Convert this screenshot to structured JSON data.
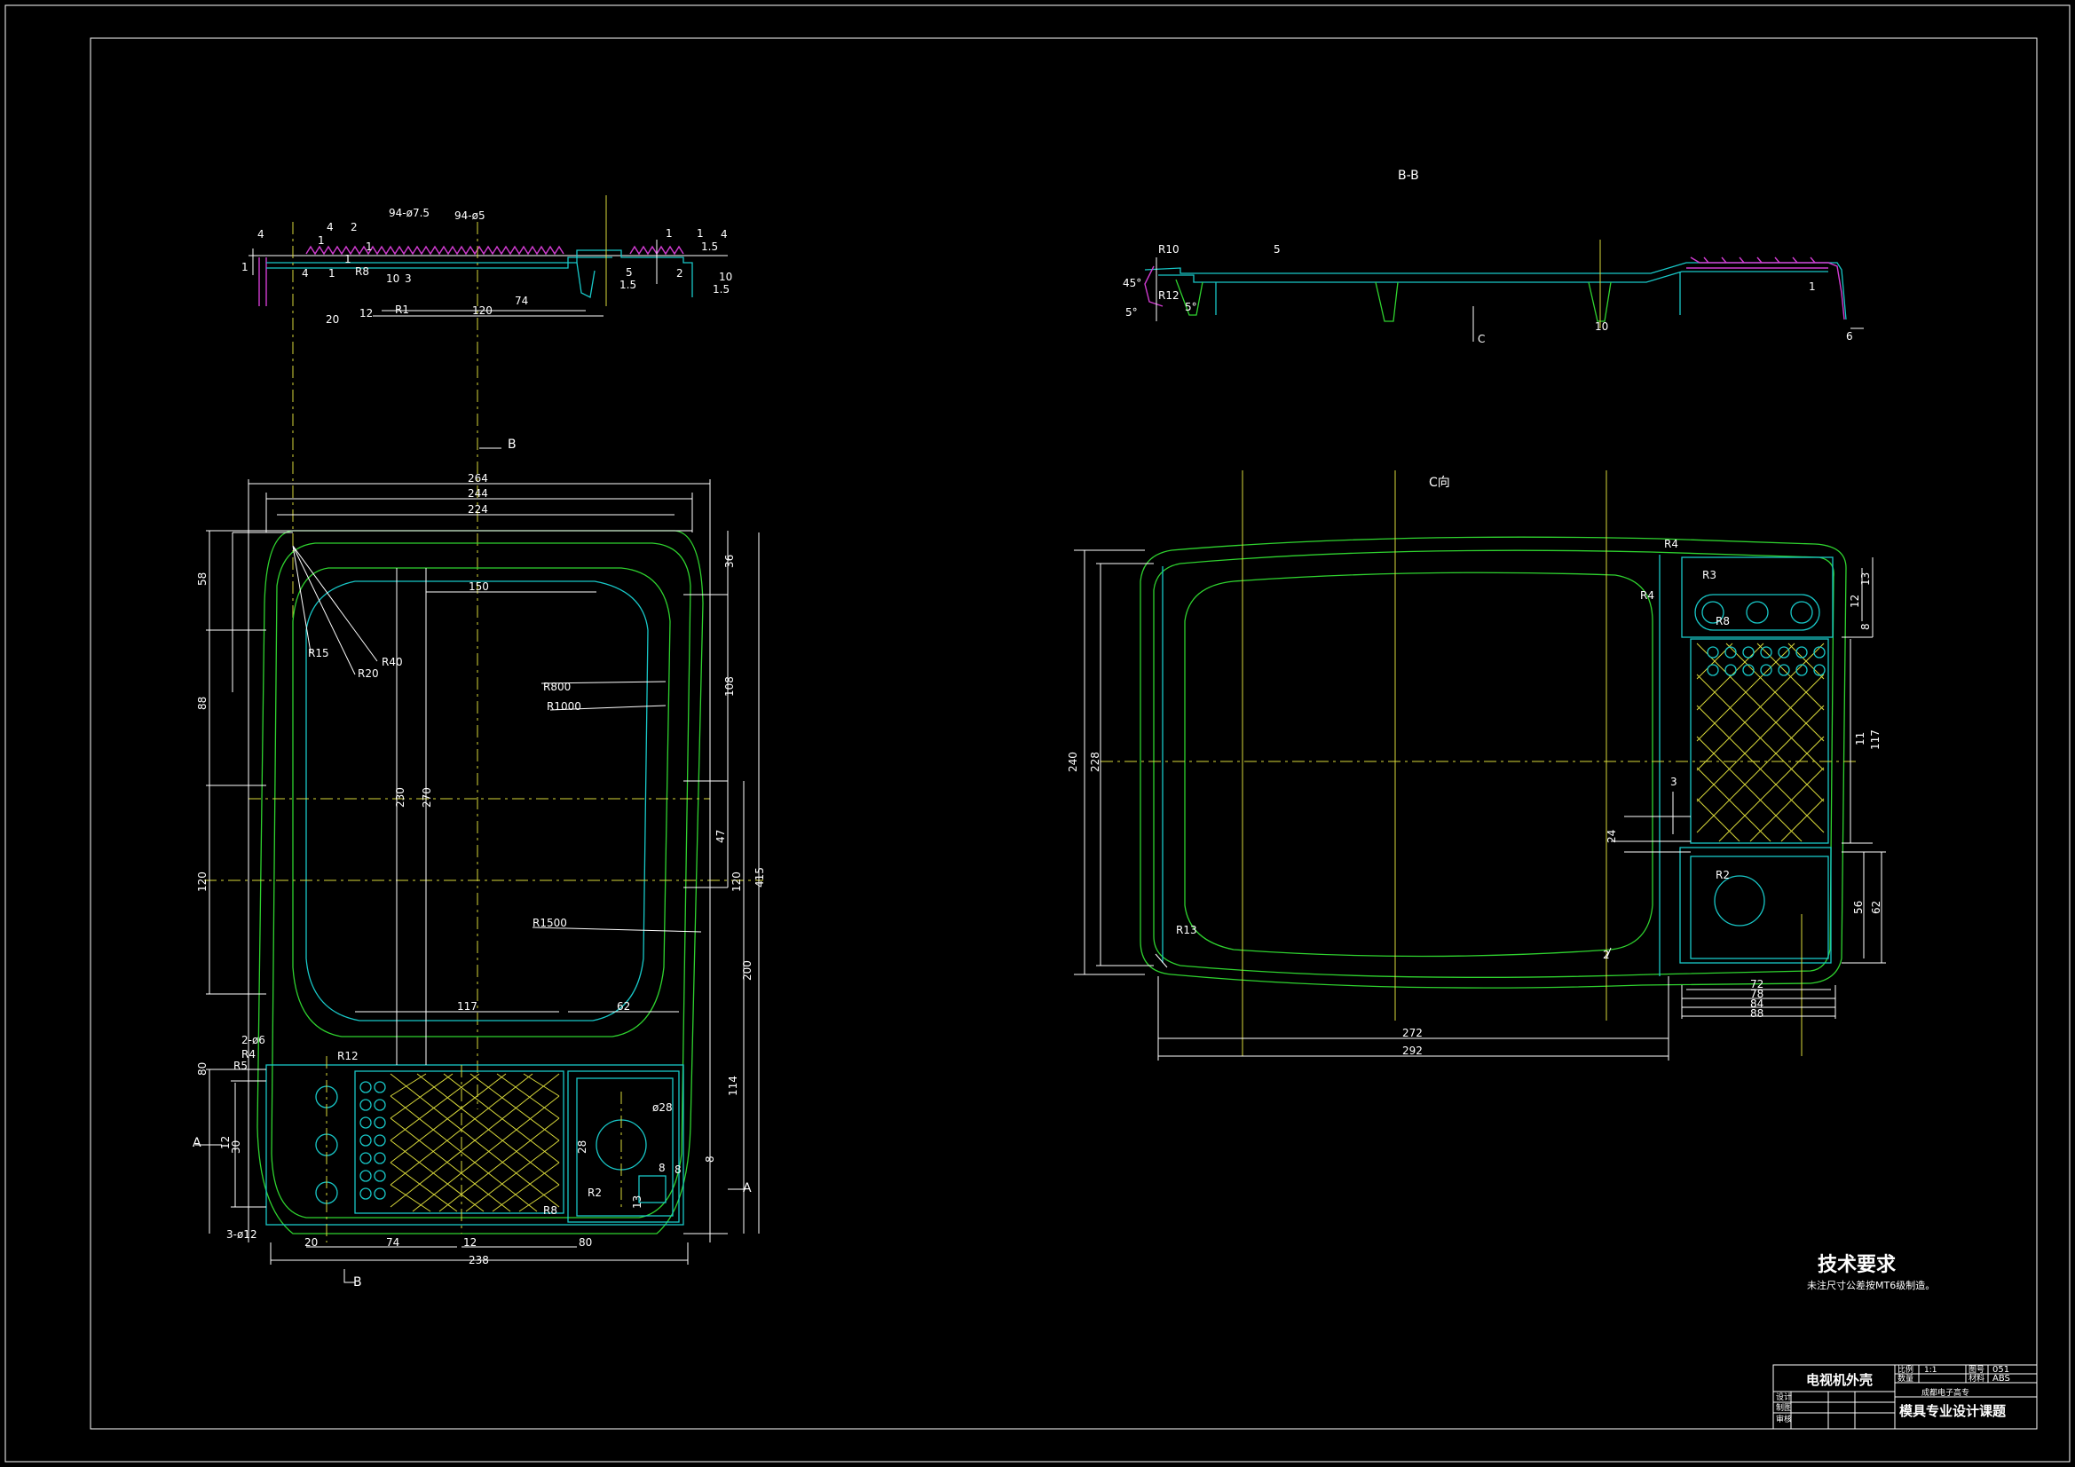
{
  "drawing": {
    "views": {
      "top_section_callouts": [
        "4",
        "1",
        "4",
        "4",
        "2",
        "1",
        "1",
        "1",
        "94-ø7.5",
        "94-ø5",
        "1",
        "1",
        "4",
        "1.5",
        "10",
        "1.5",
        "R8",
        "1",
        "5",
        "3",
        "10",
        "R1",
        "20",
        "12",
        "74",
        "120",
        "1.5",
        "2"
      ],
      "section_bb": {
        "title": "B-B",
        "callouts": [
          "R10",
          "5",
          "45°",
          "R12",
          "5°",
          "5°",
          "10",
          "1",
          "C",
          "6"
        ]
      },
      "front_view": {
        "section_mark_top": "B",
        "section_mark_bottom": "B",
        "section_mark_left": "A",
        "section_mark_right": "A",
        "dims_top": [
          "264",
          "244",
          "224",
          "150"
        ],
        "dims_left": [
          "58",
          "88",
          "120",
          "80",
          "12",
          "30"
        ],
        "dims_right": [
          "36",
          "108",
          "47",
          "120",
          "415",
          "200",
          "114"
        ],
        "dims_middle": [
          "230",
          "270",
          "117",
          "62"
        ],
        "radii": [
          "R15",
          "R20",
          "R40",
          "R800",
          "R1000",
          "R1500",
          "R12",
          "R5",
          "R4",
          "R2",
          "R8"
        ],
        "hole_labels": [
          "2-ø6",
          "3-ø12",
          "ø28"
        ],
        "dims_bottom": [
          "20",
          "74",
          "12",
          "80",
          "238"
        ],
        "dims_inner": [
          "28",
          "8",
          "13",
          "8",
          "8"
        ]
      },
      "view_c": {
        "title": "C向",
        "radii": [
          "R4",
          "R3",
          "R4",
          "R8",
          "R2",
          "R13"
        ],
        "dims_left": [
          "240",
          "228"
        ],
        "dims_right": [
          "13",
          "12",
          "8",
          "117",
          "11",
          "3",
          "24",
          "56",
          "62"
        ],
        "dims_bottom": [
          "2",
          "272",
          "292",
          "72",
          "78",
          "84",
          "88"
        ]
      }
    },
    "notes": {
      "heading": "技术要求",
      "text": "未注尺寸公差按MT6级制造。"
    },
    "title_block": {
      "part_name": "电视机外壳",
      "scale_label": "比例",
      "scale_value": "1:1",
      "qty_label": "数量",
      "drawing_no_label": "图号",
      "drawing_no": "051",
      "material_label": "材料",
      "material": "ABS",
      "design_label": "设计",
      "draw_label": "制图",
      "review_label": "审核",
      "school": "成都电子高专",
      "project": "模具专业设计课题"
    }
  }
}
